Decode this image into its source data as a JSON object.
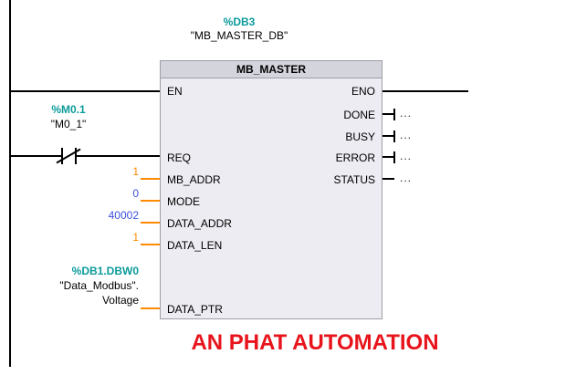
{
  "db_call": {
    "address": "%DB3",
    "name": "\"MB_MASTER_DB\""
  },
  "block": {
    "title": "MB_MASTER",
    "en": "EN",
    "eno": "ENO",
    "inputs": [
      {
        "label": "REQ"
      },
      {
        "label": "MB_ADDR",
        "value": "1"
      },
      {
        "label": "MODE",
        "value": "0"
      },
      {
        "label": "DATA_ADDR",
        "value": "40002"
      },
      {
        "label": "DATA_LEN",
        "value": "1"
      },
      {
        "label": "DATA_PTR"
      }
    ],
    "outputs": [
      {
        "label": "DONE",
        "placeholder": "..."
      },
      {
        "label": "BUSY",
        "placeholder": "..."
      },
      {
        "label": "ERROR",
        "placeholder": "..."
      },
      {
        "label": "STATUS",
        "placeholder": "..."
      }
    ]
  },
  "req_contact": {
    "address": "%M0.1",
    "name": "\"M0_1\"",
    "type": "normally-closed-contact"
  },
  "data_ptr_operand": {
    "address": "%DB1.DBW0",
    "name": "\"Data_Modbus\".",
    "member": "Voltage"
  },
  "watermark": {
    "text": "AN PHAT AUTOMATION"
  },
  "colors": {
    "operand_teal": "#0C9B9B",
    "constant_orange": "#FF8A00",
    "constant_blue": "#3C50E0",
    "watermark_red": "#E8141C",
    "block_body": "#ECECF2",
    "block_header": "#D4D4DC"
  }
}
